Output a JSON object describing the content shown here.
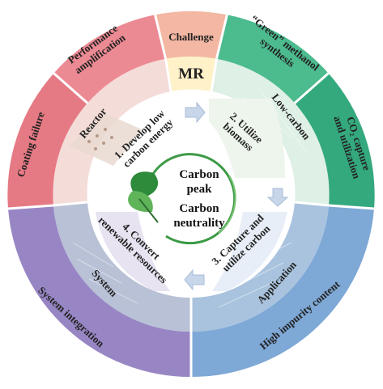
{
  "outer_ring": {
    "challenge": "Challenge",
    "performance": [
      "Performance",
      "amplification"
    ],
    "coating": "Coating failure",
    "green_methanol": [
      "“Green” methanol",
      "synthesis"
    ],
    "co2": [
      "CO₂ capture",
      "and utilization"
    ],
    "system_integration": "System integration",
    "high_impurity": "High impurity content"
  },
  "middle_ring": {
    "mr": "MR",
    "reactor": "Reactor",
    "low_carbon": "Low-carbon",
    "system": "System",
    "application": "Application"
  },
  "steps": {
    "step1": [
      "1. Develop low",
      "carbon energy"
    ],
    "step2": [
      "2. Utilize",
      "biomass"
    ],
    "step3": [
      "3. Capture and",
      "utilize carbon"
    ],
    "step4": [
      "4. Convert",
      "renewable resources"
    ]
  },
  "center": {
    "line1": "Carbon",
    "line2": "peak",
    "line3": "Carbon",
    "line4": "neutrality"
  },
  "colors": {
    "outer_pink": "#e87a86",
    "outer_green": "#43b48a",
    "outer_purple": "#9a88c6",
    "outer_blue": "#7ea7d6",
    "outer_peach": "#f3b7a3",
    "mr_yellow": "#fff1c8",
    "arrow": "#c8d6ea",
    "center_green": "#2e8b3c"
  }
}
